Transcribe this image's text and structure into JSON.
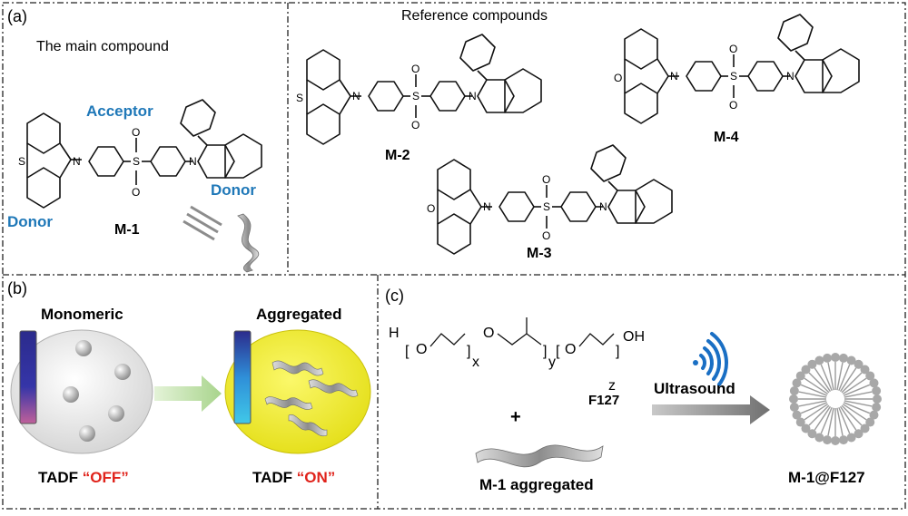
{
  "panel_a": {
    "label": "(a)",
    "main_title": "The main compound",
    "ref_title": "Reference compounds",
    "acceptor": "Acceptor",
    "donor_left": "Donor",
    "donor_right": "Donor",
    "m1": "M-1",
    "m2": "M-2",
    "m3": "M-3",
    "m4": "M-4",
    "atom_S": "S",
    "atom_N": "N",
    "atom_O": "O"
  },
  "panel_b": {
    "label": "(b)",
    "monomeric": "Monomeric",
    "aggregated": "Aggregated",
    "tadf_prefix": "TADF ",
    "off": "“OFF”",
    "on": "“ON”"
  },
  "panel_c": {
    "label": "(c)",
    "h": "H",
    "oh": "OH",
    "sub_x": "x",
    "sub_y": "y",
    "sub_z": "z",
    "f127": "F127",
    "plus": "+",
    "ultrasound": "Ultrasound",
    "m1_aggregated": "M-1 aggregated",
    "product": "M-1@F127"
  },
  "colors": {
    "label_blue": "#1f78b8",
    "red": "#e0231b",
    "green_arrow": "#a8d48c",
    "yellow_disc": "#f2ef2a",
    "ultrasound_blue": "#1a6fc4",
    "micelle_gray": "#a8a8a8"
  }
}
